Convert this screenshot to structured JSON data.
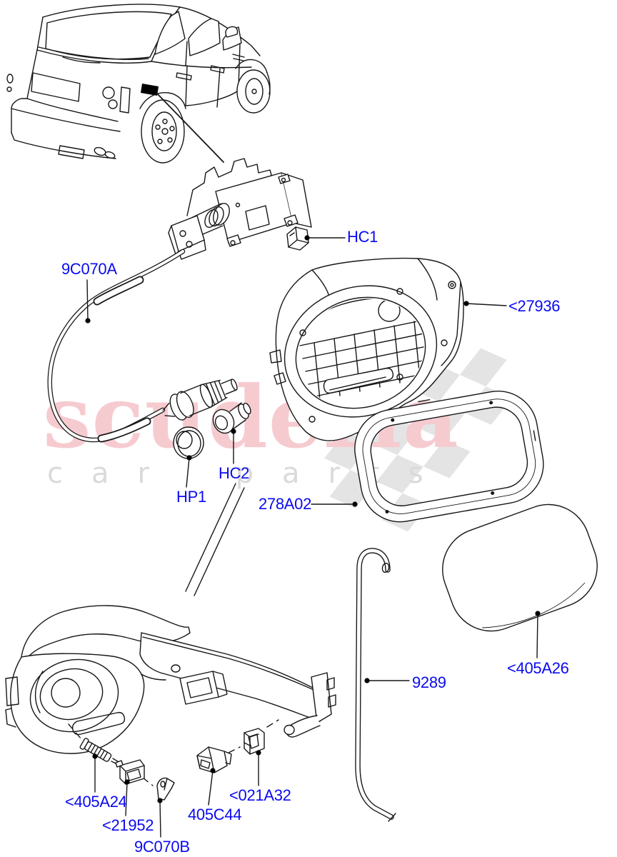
{
  "watermark": {
    "brand": "scuderia",
    "sub": "car parts",
    "brand_color": "#f6cbd0",
    "sub_color": "#dadada",
    "flag_color": "#e4e4e4"
  },
  "diagram": {
    "label_color": "#0a0af0",
    "labels": [
      {
        "code": "9C070A"
      },
      {
        "code": "HC1"
      },
      {
        "code": "<27936"
      },
      {
        "code": "HP1"
      },
      {
        "code": "HC2"
      },
      {
        "code": "278A02"
      },
      {
        "code": "9289"
      },
      {
        "code": "<405A26"
      },
      {
        "code": "<405A24"
      },
      {
        "code": "<21952"
      },
      {
        "code": "9C070B"
      },
      {
        "code": "405C44"
      },
      {
        "code": "<021A32"
      }
    ]
  }
}
